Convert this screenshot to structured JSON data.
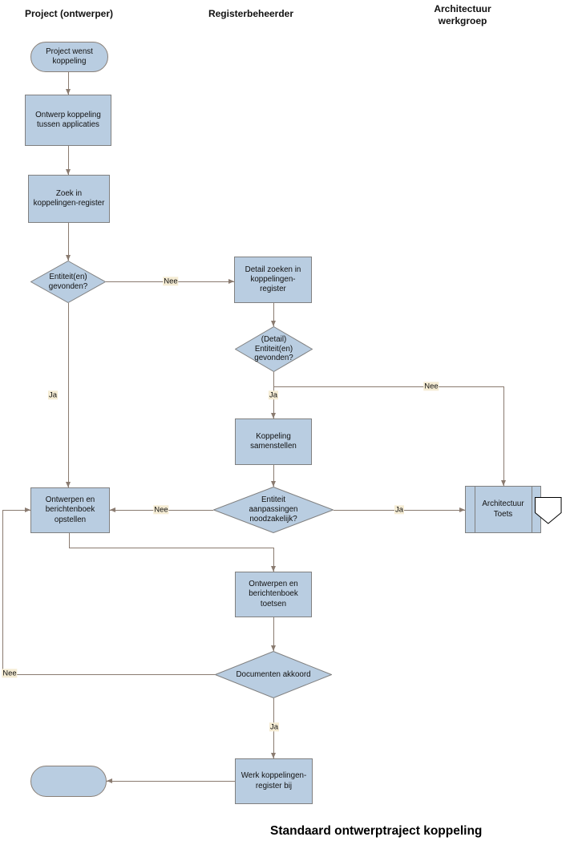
{
  "diagram_title": "Standaard ontwerptraject koppeling",
  "lanes": {
    "left": "Project (ontwerper)",
    "middle": "Registerbeheerder",
    "right": "Architectuur werkgroep"
  },
  "nodes": {
    "start": {
      "label": "Project wenst koppeling",
      "type": "terminator"
    },
    "ontwerp_koppeling": {
      "label": "Ontwerp koppeling tussen applicaties",
      "type": "process"
    },
    "zoek_register": {
      "label": "Zoek in koppelingen-register",
      "type": "process"
    },
    "entiteit_gevonden": {
      "label": "Entiteit(en) gevonden?",
      "type": "decision"
    },
    "detail_zoeken": {
      "label": "Detail zoeken in koppelingen-register",
      "type": "process"
    },
    "detail_gevonden": {
      "label": "(Detail) Entiteit(en) gevonden?",
      "type": "decision"
    },
    "koppeling_samenstellen": {
      "label": "Koppeling samenstellen",
      "type": "process"
    },
    "entiteit_aanpassingen": {
      "label": "Entiteit aanpassingen noodzakelijk?",
      "type": "decision"
    },
    "architectuur_toets": {
      "label": "Architectuur Toets",
      "type": "predefined-process"
    },
    "ontwerpen_opstellen": {
      "label": "Ontwerpen en berichtenboek opstellen",
      "type": "process"
    },
    "ontwerpen_toetsen": {
      "label": "Ontwerpen en berichtenboek toetsen",
      "type": "process"
    },
    "documenten_akkoord": {
      "label": "Documenten akkoord",
      "type": "decision"
    },
    "werk_register_bij": {
      "label": "Werk koppelingen-register bij",
      "type": "process"
    },
    "end": {
      "label": "",
      "type": "terminator"
    }
  },
  "edge_labels": {
    "nee_entiteit": "Nee",
    "ja_entiteit": "Ja",
    "ja_detail": "Ja",
    "nee_detail": "Nee",
    "nee_aanpassingen": "Nee",
    "ja_aanpassingen": "Ja",
    "nee_documenten": "Nee",
    "ja_documenten": "Ja"
  },
  "colors": {
    "shape_fill": "#b9cde1",
    "shape_border": "#808080",
    "connector": "#8a7b70",
    "edge_label_background": "#f5ecd4"
  }
}
